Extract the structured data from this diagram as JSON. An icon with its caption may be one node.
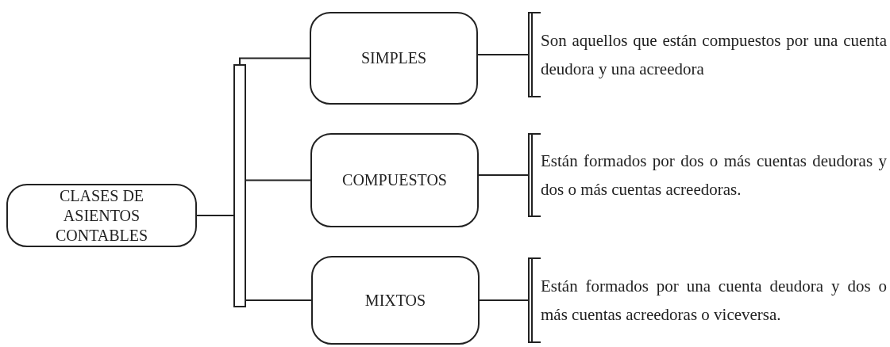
{
  "diagram": {
    "nodes": [
      {
        "text": [
          "CLASES DE ASIENTOS CONTABLES"
        ]
      },
      {
        "text": [
          "SIMPLES"
        ]
      },
      {
        "text": [
          "COMPUESTOS"
        ]
      },
      {
        "text": [
          "MIXTOS"
        ]
      },
      {
        "text": [
          "Son aquellos que están compuestos por una cuenta deudora y una acreedora"
        ]
      },
      {
        "text": [
          "Están formados por dos o más cuentas deudoras y dos o más cuentas acreedoras."
        ]
      },
      {
        "text": [
          "Están formados por una cuenta deudora y dos o más cuentas acreedoras o viceversa."
        ]
      }
    ],
    "edges": [
      {
        "from": 0,
        "to": 1,
        "arrow": "none"
      },
      {
        "from": 0,
        "to": 2,
        "arrow": "none"
      },
      {
        "from": 0,
        "to": 3,
        "arrow": "none"
      },
      {
        "from": 1,
        "to": 4,
        "arrow": "none"
      },
      {
        "from": 2,
        "to": 5,
        "arrow": "none"
      },
      {
        "from": 3,
        "to": 6,
        "arrow": "none"
      }
    ]
  }
}
